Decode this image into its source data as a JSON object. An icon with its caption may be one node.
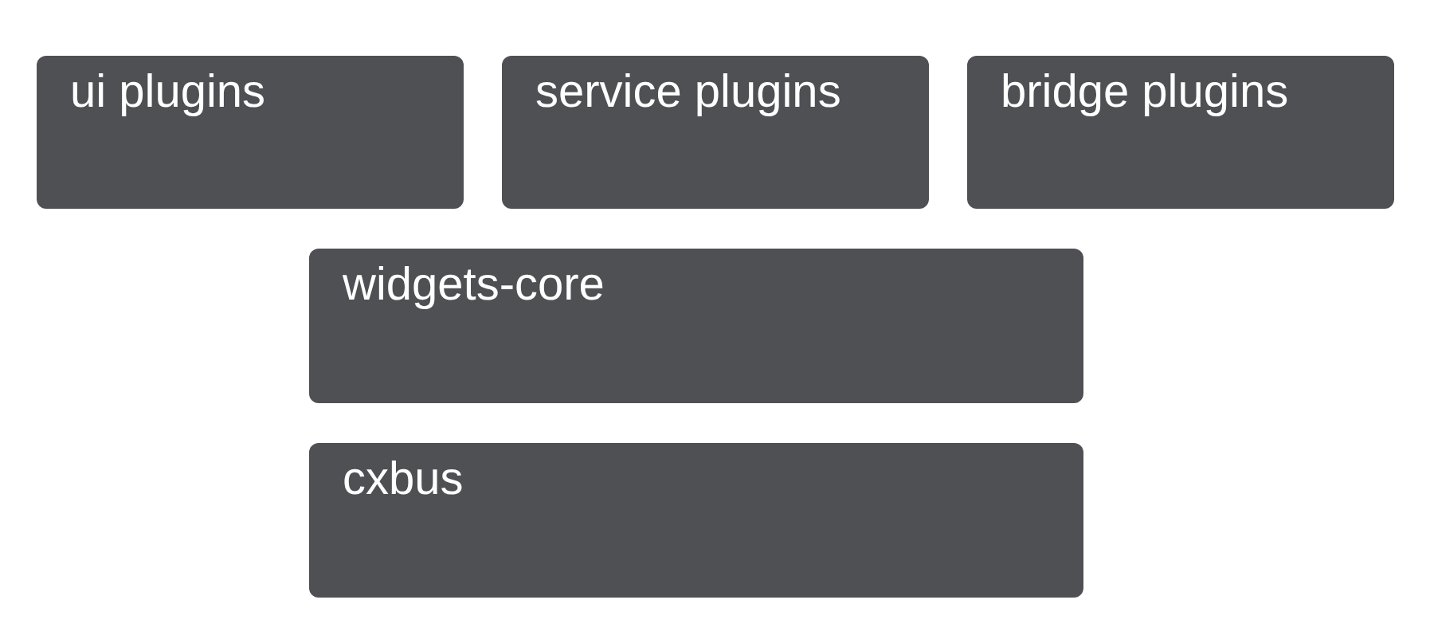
{
  "diagram": {
    "nodes": [
      {
        "text": [
          "ui plugins"
        ]
      },
      {
        "text": [
          "service plugins"
        ]
      },
      {
        "text": [
          "bridge plugins"
        ]
      },
      {
        "text": [
          "widgets-core"
        ]
      },
      {
        "text": [
          "cxbus"
        ]
      }
    ]
  }
}
